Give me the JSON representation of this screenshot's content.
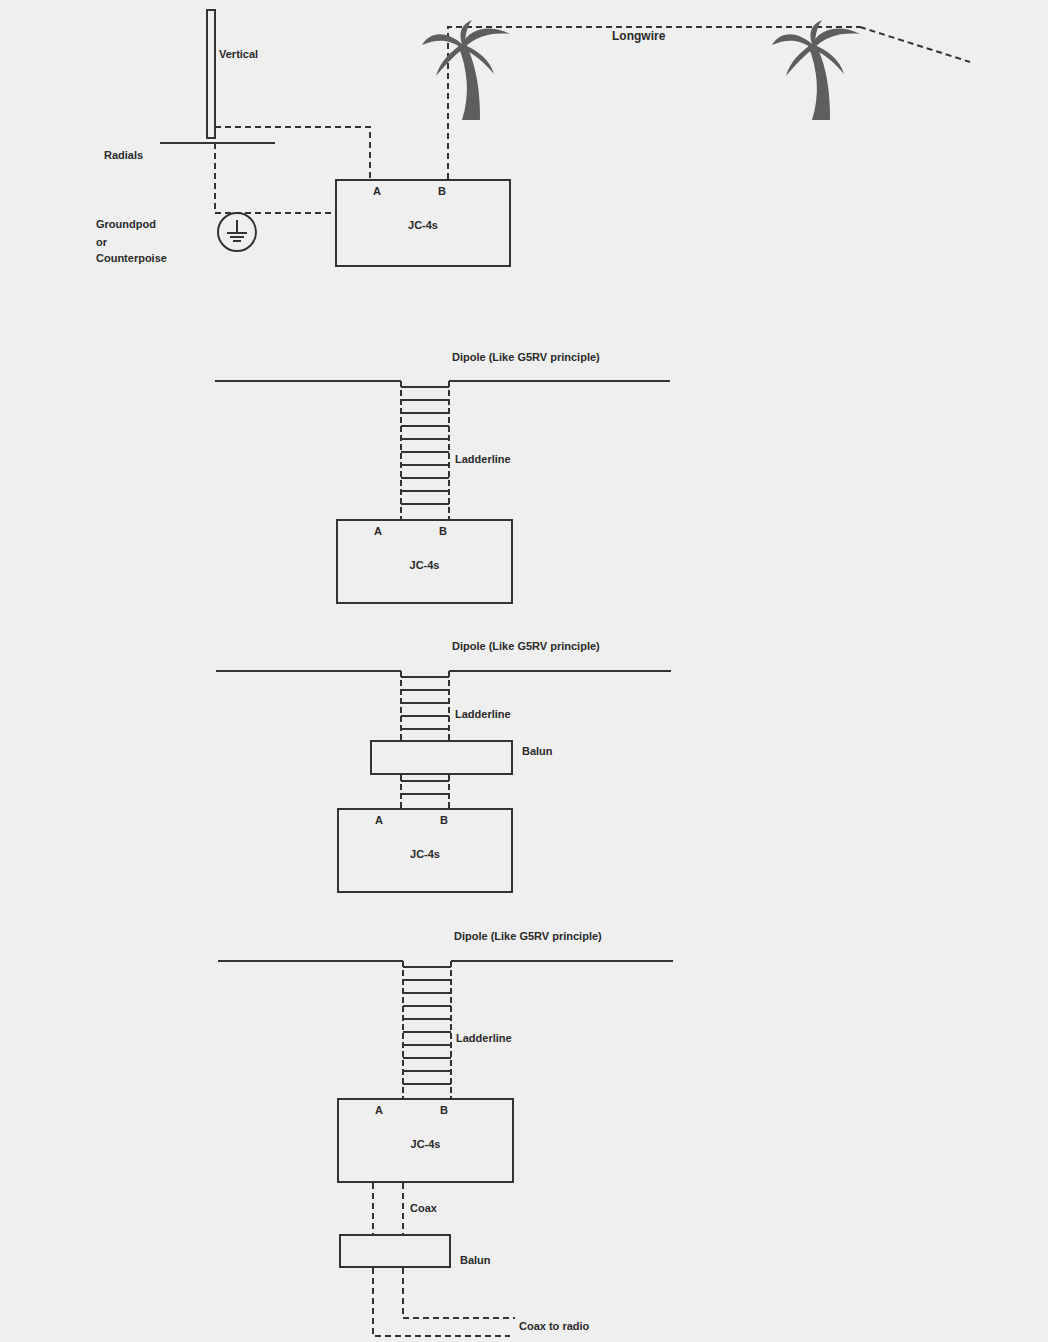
{
  "diagram": {
    "nodes": [
      {
        "text": [
          "A",
          "B",
          "JC-4s"
        ]
      },
      {
        "text": [
          "A",
          "B",
          "JC-4s"
        ]
      },
      {
        "text": [
          "Balun"
        ]
      },
      {
        "text": [
          "A",
          "B",
          "JC-4s"
        ]
      },
      {
        "text": [
          "A",
          "B",
          "JC-4s"
        ]
      },
      {
        "text": [
          "Balun"
        ]
      }
    ],
    "edges": [
      {
        "from": 2,
        "to": 3,
        "arrow": "none"
      },
      {
        "from": 4,
        "to": 5,
        "label": "Coax",
        "arrow": "none"
      }
    ],
    "labels": [
      "Vertical",
      "Longwire",
      "Radials",
      "Groundpod",
      "or",
      "Counterpoise",
      "Dipole (Like G5RV principle)",
      "Ladderline",
      "Dipole (Like G5RV principle)",
      "Ladderline",
      "Dipole (Like G5RV principle)",
      "Ladderline",
      "Coax to radio"
    ]
  }
}
